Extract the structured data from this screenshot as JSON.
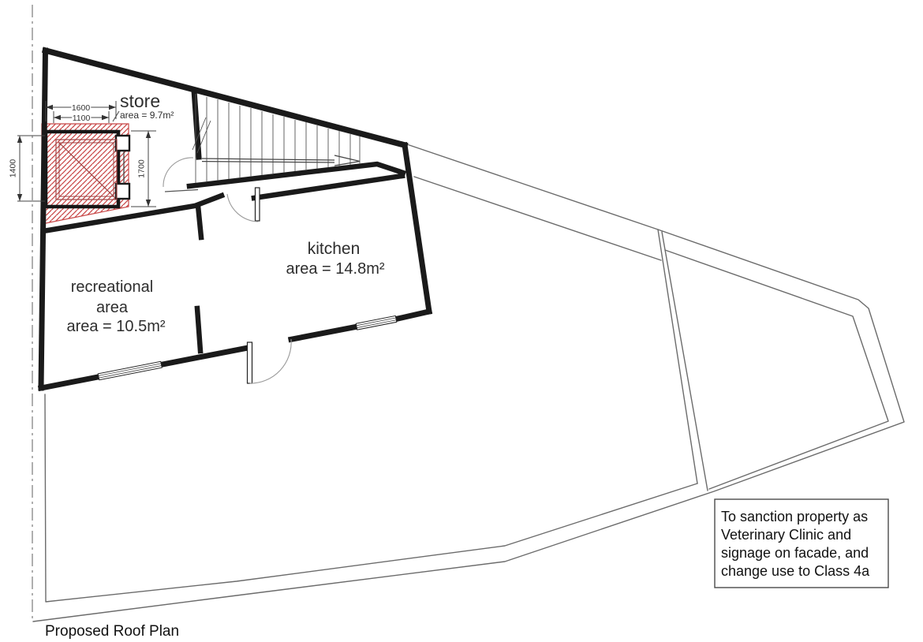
{
  "title": "Proposed Roof Plan",
  "rooms": {
    "store": {
      "label": "store",
      "area": "area = 9.7m²"
    },
    "kitchen": {
      "label": "kitchen",
      "area": "area = 14.8m²"
    },
    "recreational": {
      "label_line1": "recreational",
      "label_line2": "area",
      "area": "area = 10.5m²"
    }
  },
  "dimensions": {
    "shaft_width_outer": "1600",
    "shaft_width_inner": "1100",
    "shaft_height_right": "1700",
    "shaft_height_left": "1400"
  },
  "note": {
    "lines": [
      "To sanction property as",
      "Veterinary Clinic and",
      "signage on facade, and",
      "change use to Class 4a"
    ]
  },
  "colors": {
    "wall": "#1a1a1a",
    "thin_line": "#6b6b6b",
    "hatch_red": "#c94848",
    "hatch_border": "#c84848",
    "shaft_inner_red": "#9c4343",
    "label_text": "#2e2e2e"
  }
}
